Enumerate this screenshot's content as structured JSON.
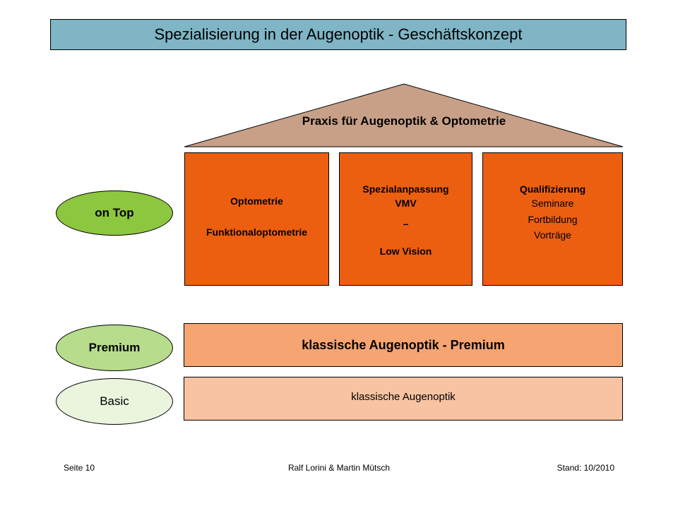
{
  "title": "Spezialisierung in der Augenoptik - Geschäftskonzept",
  "roof_label": "Praxis für Augenoptik & Optometrie",
  "pillars": {
    "optometrie": {
      "line1": "Optometrie",
      "line2": "Funktionaloptometrie"
    },
    "spezial": {
      "line1": "Spezialanpassung",
      "line2": "VMV",
      "line3": "–",
      "line4": "Low Vision"
    },
    "quali": {
      "heading": "Qualifizierung",
      "items": [
        "Seminare",
        "Fortbildung",
        "Vorträge"
      ]
    }
  },
  "bands": {
    "premium": "klassische Augenoptik - Premium",
    "basic": "klassische Augenoptik"
  },
  "levels": {
    "top": "on Top",
    "premium": "Premium",
    "basic": "Basic"
  },
  "footer": {
    "page": "Seite 10",
    "authors": "Ralf Lorini & Martin Mütsch",
    "date": "Stand: 10/2010"
  },
  "colors": {
    "title_bg": "#7fb5c5",
    "roof": "#c8a088",
    "pillar": "#ec5f10",
    "band_premium": "#f5a472",
    "band_basic": "#f8c3a2",
    "oval_top": "#8dc63f",
    "oval_premium": "#b7dc8c",
    "oval_basic": "#ebf5de"
  }
}
